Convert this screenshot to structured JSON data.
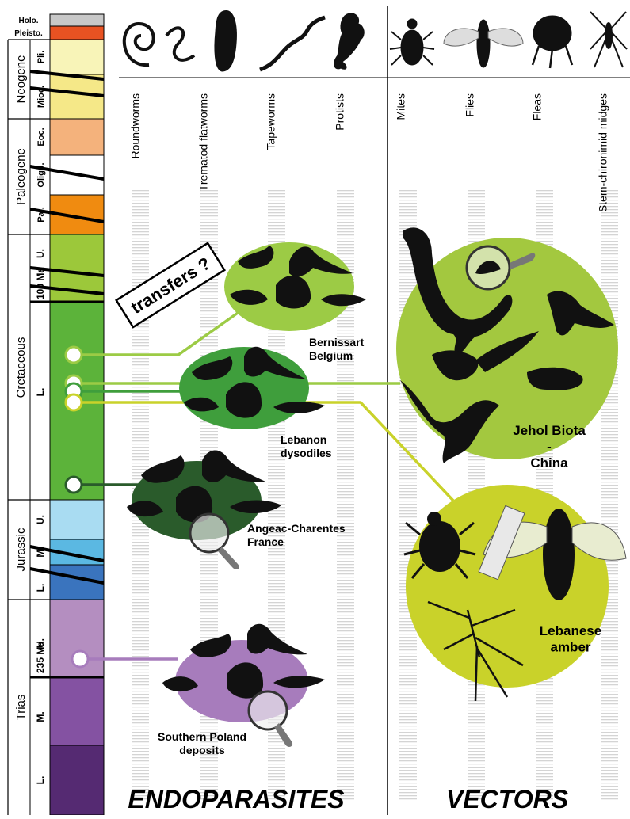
{
  "timescale": {
    "periods": [
      {
        "name": "Neogene"
      },
      {
        "name": "Paleogene"
      },
      {
        "name": "Cretaceous"
      },
      {
        "name": "Jurassic"
      },
      {
        "name": "Trias"
      }
    ],
    "epochs": [
      {
        "label": "Holo.",
        "color": "#c8c8c8"
      },
      {
        "label": "Pleisto.",
        "color": "#e85222"
      },
      {
        "label": "Pli.",
        "color": "#f8f4b8"
      },
      {
        "label": "Mioc.",
        "color": "#f5e888"
      },
      {
        "label": "Eoc.",
        "color": "#f4b27c"
      },
      {
        "label": "Oligo.",
        "color": "#ffffff"
      },
      {
        "label": "Pal.",
        "color": "#f08b10"
      },
      {
        "label": "U.",
        "color": "#9cc83a"
      },
      {
        "label": "L.",
        "color": "#5cb33a"
      },
      {
        "label": "U.",
        "color": "#a9dcf2"
      },
      {
        "label": "M.",
        "color": "#5bb8e2"
      },
      {
        "label": "L.",
        "color": "#3a74be"
      },
      {
        "label": "U.",
        "color": "#b48ec0"
      },
      {
        "label": "M.",
        "color": "#8452a2"
      },
      {
        "label": "L.",
        "color": "#552a72"
      }
    ],
    "age_100": "100 Ma",
    "age_235": "235 Ma"
  },
  "taxa": {
    "endoparasites": [
      "Roundworms",
      "Trematod flatworms",
      "Tapeworms",
      "Protists"
    ],
    "vectors": [
      "Mites",
      "Flies",
      "Fleas",
      "Stem-chironimid midges"
    ]
  },
  "localities": {
    "bernissart": "Bernissart\nBelgium",
    "lebanon": "Lebanon\ndysodiles",
    "angeac": "Angeac-Charentes\nFrance",
    "poland": "Southern Poland\ndeposits",
    "jehol": "Jehol Biota\n-\nChina",
    "amber": "Lebanese\namber"
  },
  "transfers_label": "transfers ?",
  "section_titles": {
    "endoparasites": "ENDOPARASITES",
    "vectors": "VECTORS"
  },
  "colors": {
    "bernissart": "#9ccb45",
    "lebanon": "#3f9e3c",
    "angeac": "#2a5b2b",
    "poland": "#a77cbc",
    "jehol": "#a3c83f",
    "amber": "#c9d22a",
    "silhouette": "#111111"
  }
}
